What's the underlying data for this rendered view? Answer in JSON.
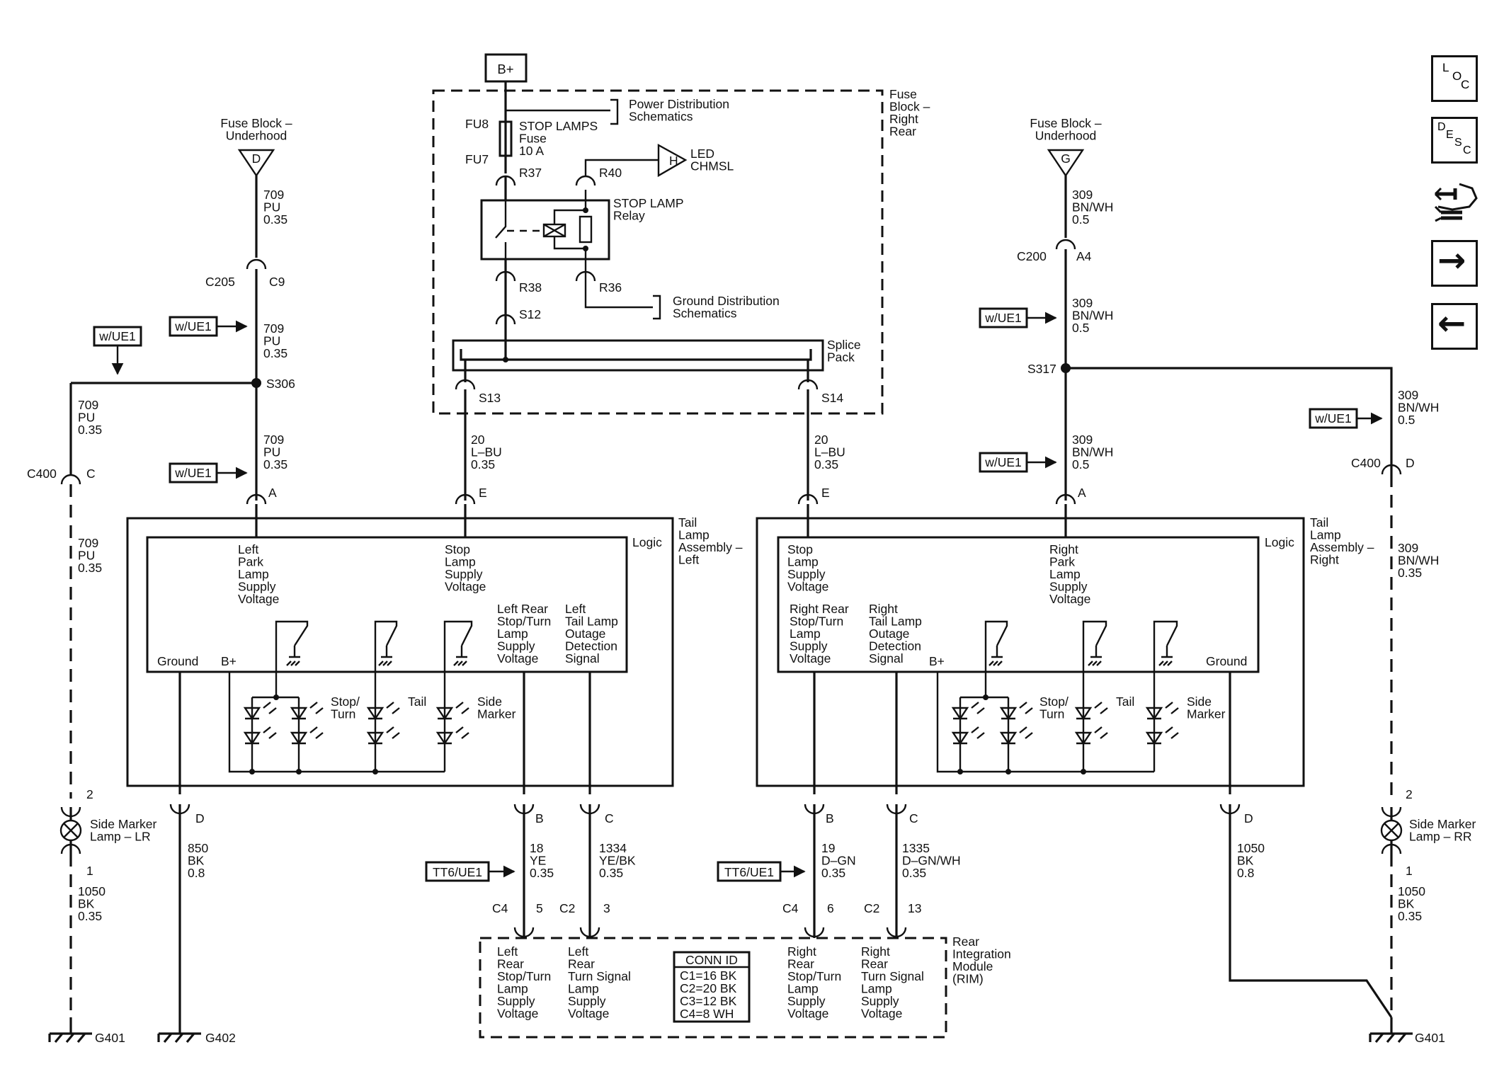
{
  "battery": "B+",
  "fuse_block_rear": "Fuse\nBlock –\nRight\nRear",
  "power_dist": "Power Distribution\nSchematics",
  "ground_dist": "Ground Distribution\nSchematics",
  "fuse_ids": {
    "top": "FU8",
    "bottom": "FU7"
  },
  "fuse_label": "STOP LAMPS\nFuse\n10 A",
  "relay_label": "STOP LAMP\nRelay",
  "led_chmsl": {
    "connector": "H",
    "label": "LED\nCHMSL"
  },
  "terminals": {
    "r37": "R37",
    "r40": "R40",
    "r38": "R38",
    "r36": "R36",
    "s12": "S12",
    "s13": "S13",
    "s14": "S14"
  },
  "splice_pack": "Splice\nPack",
  "left": {
    "fuse_block": "Fuse Block –\nUnderhood",
    "fuse_letter": "D",
    "wire_709": "709\nPU\n0.35",
    "c205": "C205",
    "c9": "C9",
    "option": "w/UE1",
    "s306": "S306",
    "c400": "C400",
    "c400_pin": "C",
    "wire_20": "20\nL–BU\n0.35",
    "tail_lamp": "Tail\nLamp\nAssembly –\nLeft",
    "logic": "Logic",
    "pin_a": "A",
    "pin_e": "E",
    "pin_d": "D",
    "pin_b": "B",
    "pin_c": "C",
    "park_supply": "Left\nPark\nLamp\nSupply\nVoltage",
    "stop_supply": "Stop\nLamp\nSupply\nVoltage",
    "rear_stop_turn": "Left Rear\nStop/Turn\nLamp\nSupply\nVoltage",
    "outage": "Left\nTail Lamp\nOutage\nDetection\nSignal",
    "ground": "Ground",
    "bplus": "B+",
    "stop_turn": "Stop/\nTurn",
    "tail": "Tail",
    "side_marker": "Side\nMarker",
    "marker_pin_top": "2",
    "marker_pin_bottom": "1",
    "marker_lamp": "Side Marker\nLamp – LR",
    "wire_1050_marker": "1050\nBK\n0.35",
    "wire_850": "850\nBK\n0.8",
    "wire_18": "18\nYE\n0.35",
    "wire_1334": "1334\nYE/BK\n0.35",
    "tt6": "TT6/UE1",
    "c4": "C4",
    "c4_pin": "5",
    "c2": "C2",
    "c2_pin": "3",
    "g401": "G401",
    "g402": "G402"
  },
  "right": {
    "fuse_block": "Fuse Block –\nUnderhood",
    "fuse_letter": "G",
    "wire_309": "309\nBN/WH\n0.5",
    "c200": "C200",
    "a4": "A4",
    "option": "w/UE1",
    "s317": "S317",
    "c400": "C400",
    "c400_pin": "D",
    "wire_309_035": "309\nBN/WH\n0.35",
    "wire_20": "20\nL–BU\n0.35",
    "tail_lamp": "Tail\nLamp\nAssembly –\nRight",
    "logic": "Logic",
    "pin_a": "A",
    "pin_e": "E",
    "pin_d": "D",
    "pin_b": "B",
    "pin_c": "C",
    "stop_supply": "Stop\nLamp\nSupply\nVoltage",
    "park_supply": "Right\nPark\nLamp\nSupply\nVoltage",
    "rear_stop_turn": "Right Rear\nStop/Turn\nLamp\nSupply\nVoltage",
    "outage": "Right\nTail Lamp\nOutage\nDetection\nSignal",
    "ground": "Ground",
    "bplus": "B+",
    "stop_turn": "Stop/\nTurn",
    "tail": "Tail",
    "side_marker": "Side\nMarker",
    "marker_pin_top": "2",
    "marker_pin_bottom": "1",
    "marker_lamp": "Side Marker\nLamp – RR",
    "wire_1050_marker": "1050\nBK\n0.35",
    "wire_1050": "1050\nBK\n0.8",
    "wire_19": "19\nD–GN\n0.35",
    "wire_1335": "1335\nD–GN/WH\n0.35",
    "tt6": "TT6/UE1",
    "c4": "C4",
    "c4_pin": "6",
    "c2": "C2",
    "c2_pin": "13",
    "g401": "G401"
  },
  "rim": {
    "label": "Rear\nIntegration\nModule\n(RIM)",
    "left_stop": "Left\nRear\nStop/Turn\nLamp\nSupply\nVoltage",
    "left_turn": "Left\nRear\nTurn Signal\nLamp\nSupply\nVoltage",
    "right_stop": "Right\nRear\nStop/Turn\nLamp\nSupply\nVoltage",
    "right_turn": "Right\nRear\nTurn Signal\nLamp\nSupply\nVoltage",
    "conn_title": "CONN ID",
    "conn_lines": [
      "C1=16 BK",
      "C2=20 BK",
      "C3=12 BK",
      "C4=8 WH"
    ]
  },
  "nav": {
    "loc": {
      "l1": "L",
      "l2": "O",
      "l3": "C"
    },
    "desc": {
      "l1": "D",
      "l2": "E",
      "l3": "S",
      "l4": "C"
    },
    "forward_arrow": "→",
    "back_arrow": "←"
  }
}
